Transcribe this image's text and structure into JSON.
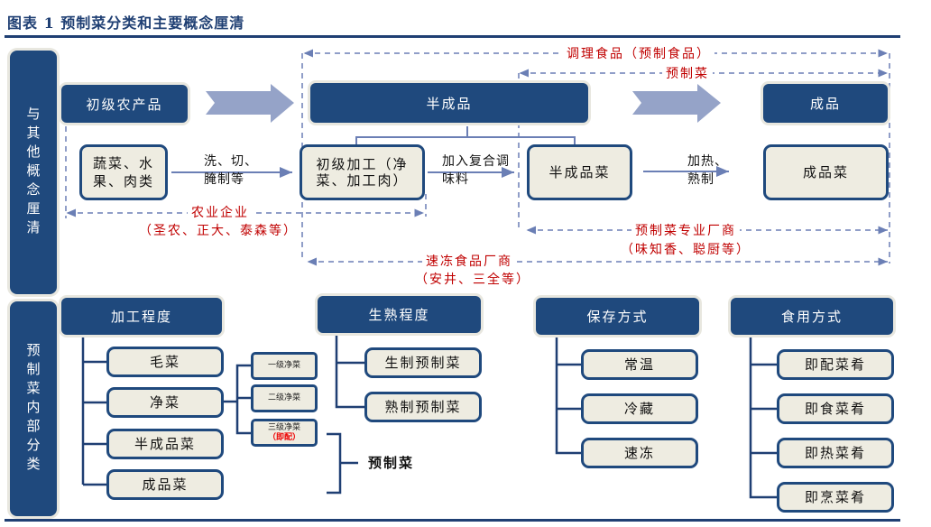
{
  "title": "图表 1    预制菜分类和主要概念厘清",
  "colors": {
    "navy": "#1f497d",
    "box_fill": "#eeece1",
    "arrow": "#95a3c8",
    "red": "#c00000"
  },
  "top": {
    "side_label": "与其他概念厘清",
    "stages": [
      "初级农产品",
      "半成品",
      "成品"
    ],
    "nodes": {
      "raw": "蔬菜、水果、肉类",
      "primary": "初级加工（净菜、加工肉）",
      "semi": "半成品菜",
      "finished": "成品菜"
    },
    "steps": {
      "wash": "洗、切、腌制等",
      "season": "加入复合调味料",
      "heat": "加热、熟制"
    },
    "ranges": {
      "prepared_food": "调理食品（预制食品）",
      "prepared_dish": "预制菜",
      "agri": "农业企业",
      "agri_sub": "（圣农、正大、泰森等）",
      "specialist": "预制菜专业厂商",
      "specialist_sub": "（味知香、聪厨等）",
      "frozen": "速冻食品厂商",
      "frozen_sub": "（安井、三全等）"
    }
  },
  "bottom": {
    "side_label": "预制菜内部分类",
    "processing": {
      "header": "加工程度",
      "items": [
        "毛菜",
        "净菜",
        "半成品菜",
        "成品菜"
      ],
      "sub": [
        "一级净菜",
        "二级净菜",
        "三级净菜"
      ],
      "sub_note": "（即配）",
      "bracket_label": "预制菜"
    },
    "cooking": {
      "header": "生熟程度",
      "items": [
        "生制预制菜",
        "熟制预制菜"
      ]
    },
    "storage": {
      "header": "保存方式",
      "items": [
        "常温",
        "冷藏",
        "速冻"
      ]
    },
    "eating": {
      "header": "食用方式",
      "items": [
        "即配菜肴",
        "即食菜肴",
        "即热菜肴",
        "即烹菜肴"
      ]
    }
  }
}
